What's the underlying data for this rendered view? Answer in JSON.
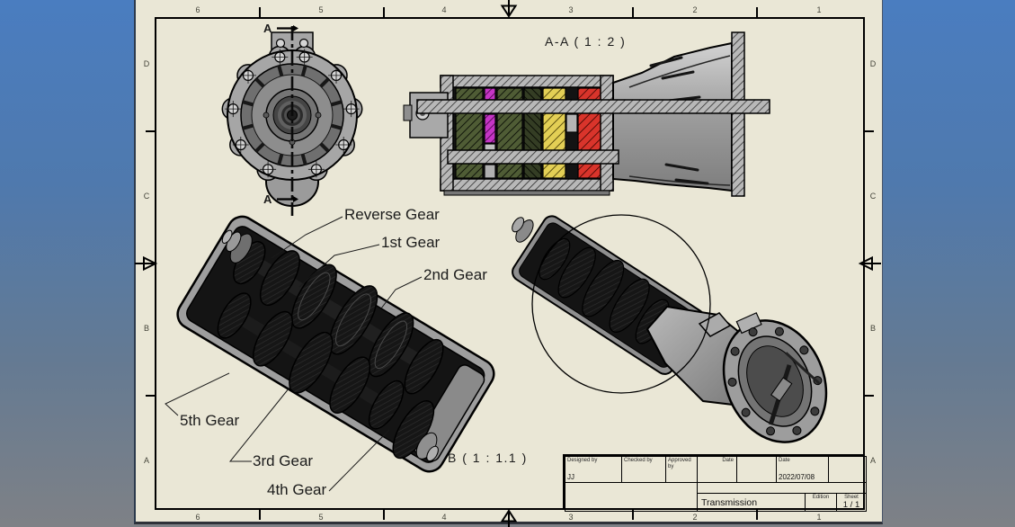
{
  "app": {
    "background_top_color": "#4a7dc0",
    "background_bottom_color": "#7e8186",
    "sheet_color": "#EAE7D6"
  },
  "zones": {
    "columns": [
      "6",
      "5",
      "4",
      "3",
      "2",
      "1"
    ],
    "rows": [
      "D",
      "C",
      "B",
      "A"
    ]
  },
  "views": {
    "front": {
      "section_marker": "A"
    },
    "section": {
      "label": "A-A ( 1 : 2 )"
    },
    "detail": {
      "label": "B ( 1 : 1.1 )"
    }
  },
  "gear_labels": {
    "reverse": "Reverse Gear",
    "first": "1st Gear",
    "second": "2nd Gear",
    "fifth": "5th Gear",
    "third": "3rd Gear",
    "fourth": "4th Gear"
  },
  "title_block": {
    "designed_by": {
      "label": "Designed by",
      "value": "JJ"
    },
    "checked_by": {
      "label": "Checked by"
    },
    "approved_by": {
      "label": "Approved by"
    },
    "date1": {
      "label": "Date"
    },
    "date2": {
      "label": "Date",
      "value": "2022/07/08"
    },
    "part_name": "Transmission",
    "edition": {
      "label": "Edition"
    },
    "sheet": {
      "label": "Sheet",
      "value": "1 / 1"
    }
  },
  "palette": {
    "hatch_gray": "#b8b8b8",
    "gear_olive": "#4f5c35",
    "gear_dark_olive": "#343d24",
    "gear_magenta": "#c535c5",
    "gear_yellow": "#e3cf55",
    "gear_red": "#d9342b",
    "line_color": "#000000"
  }
}
